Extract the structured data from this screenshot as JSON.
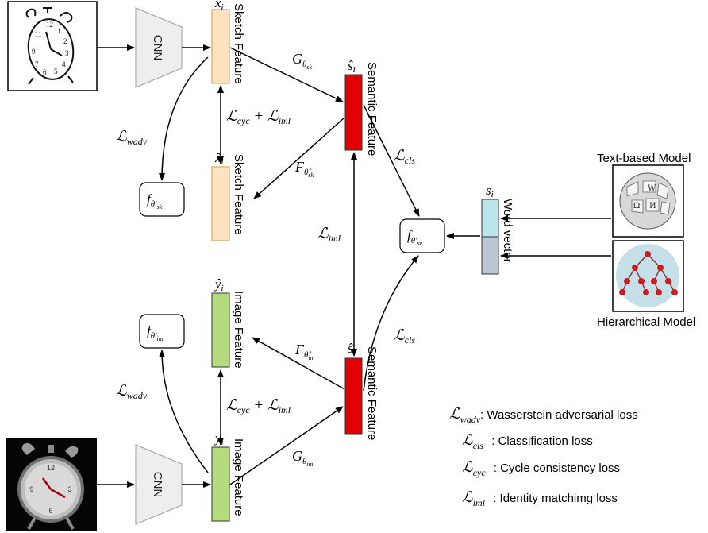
{
  "feature_labels": {
    "sketch_feature_top": "Sketch Feature",
    "sketch_feature_bottom": "Sketch Feature",
    "semantic_feature_top": "Semantic Feature",
    "semantic_feature_bottom": "Semantic Feature",
    "image_feature_top": "Image Feature",
    "image_feature_bottom": "Image Feature",
    "word_vector": "Word vector"
  },
  "cnn_labels": {
    "top": "CNN",
    "bottom": "CNN"
  },
  "model_labels": {
    "text_based": "Text-based Model",
    "hierarchical": "Hierarchical Model"
  },
  "legend": [
    {
      "symbol": "wadv",
      "text": ": Wasserstein adversarial loss"
    },
    {
      "symbol": "cls",
      "text": " : Classification loss"
    },
    {
      "symbol": "cyc",
      "text": " : Cycle consistency loss"
    },
    {
      "symbol": "iml",
      "text": " : Identity matchimg loss"
    }
  ],
  "colors": {
    "sketch_feature": "#fde3c0",
    "sketch_border": "#e3a45a",
    "semantic_feature": "#e00000",
    "image_feature": "#b5dc7c",
    "word_top": "#b8e6ea",
    "word_bottom": "#bac7d3",
    "cnn_fill": "#eeeeee"
  }
}
